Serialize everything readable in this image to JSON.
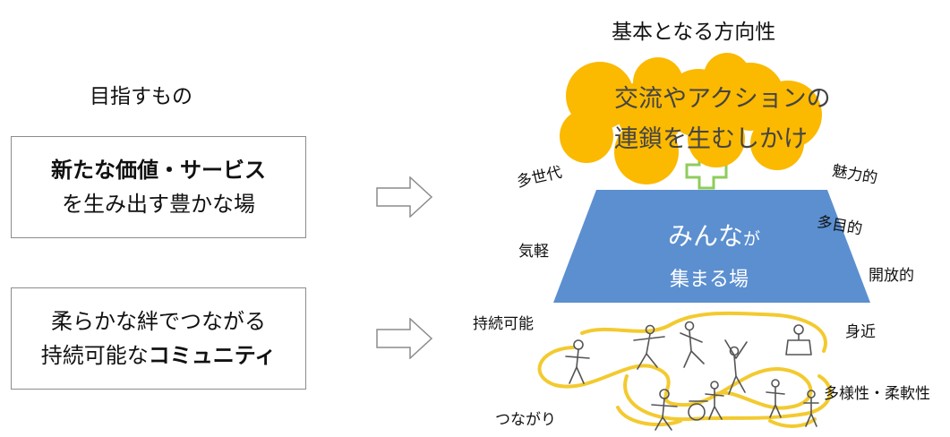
{
  "right_title": "基本となる方向性",
  "left_title": "目指すもの",
  "boxes": [
    {
      "line1_bold": "新たな価値・サービス",
      "line2": "を生み出す豊かな場"
    },
    {
      "line1": "柔らかな絆でつながる",
      "line2_plain": "持続可能な",
      "line2_bold": "コミュニティ"
    }
  ],
  "circles_text": {
    "line1": "交流やアクションの",
    "line2": "連鎖を生むしかけ"
  },
  "trapezoid_text": {
    "line1_big": "みんな",
    "line1_small": "が",
    "line2": "集まる場"
  },
  "keywords": {
    "tamsedai": "多世代",
    "kigaru": "気軽",
    "jizoku": "持続可能",
    "tsunagari": "つながり",
    "miryoku": "魅力的",
    "tamokuteki": "多目的",
    "kaiho": "開放的",
    "mijika": "身近",
    "tayosei": "多様性・柔軟性"
  },
  "colors": {
    "circle_fill": "#fbb900",
    "trapezoid_fill": "#5b8fd0",
    "plus_stroke": "#8ecc5b",
    "path_stroke": "#f2c418"
  }
}
